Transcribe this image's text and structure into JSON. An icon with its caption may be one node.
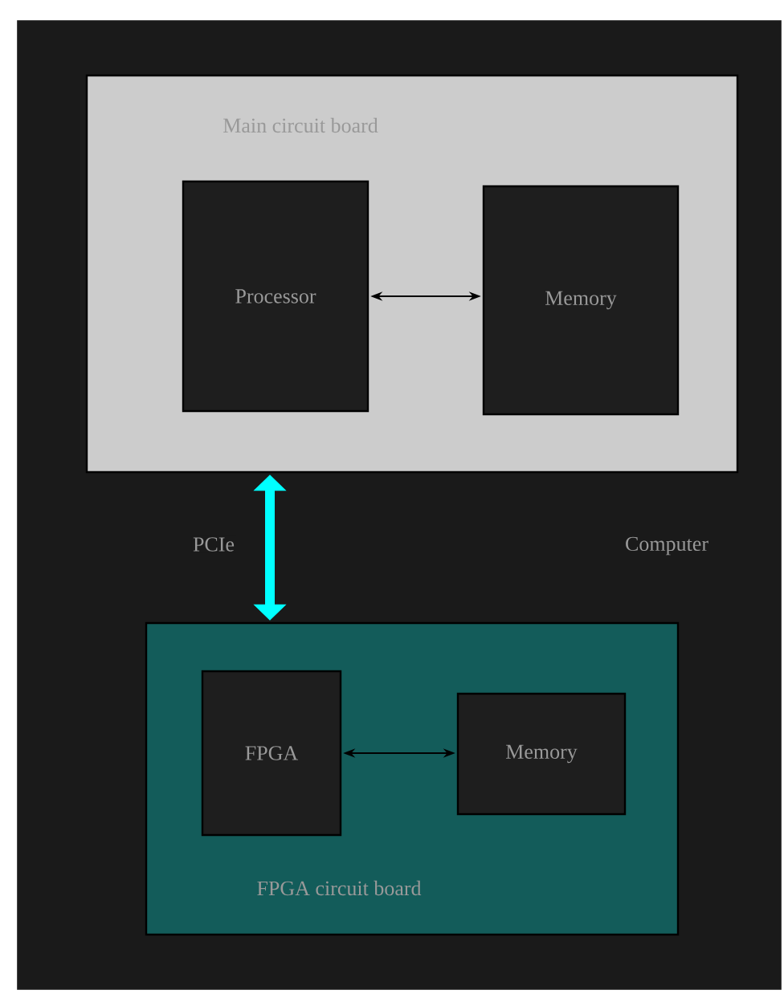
{
  "diagram": {
    "nodes": [
      {
        "text": [
          "Computer"
        ]
      },
      {
        "text": [
          "Main circuit board"
        ],
        "in": 0
      },
      {
        "text": [
          "Processor"
        ],
        "in": 1
      },
      {
        "text": [
          "Memory"
        ],
        "in": 1
      },
      {
        "text": [
          "FPGA circuit board"
        ],
        "in": 0
      },
      {
        "text": [
          "FPGA"
        ],
        "in": 4
      },
      {
        "text": [
          "Memory"
        ],
        "in": 4
      }
    ],
    "edges": [
      {
        "from": 2,
        "to": 3,
        "arrow": "both"
      },
      {
        "from": 1,
        "to": 4,
        "arrow": "both",
        "label": "PCIe",
        "style": "thick",
        "color": "#00ffff"
      },
      {
        "from": 5,
        "to": 6,
        "arrow": "both"
      }
    ]
  }
}
